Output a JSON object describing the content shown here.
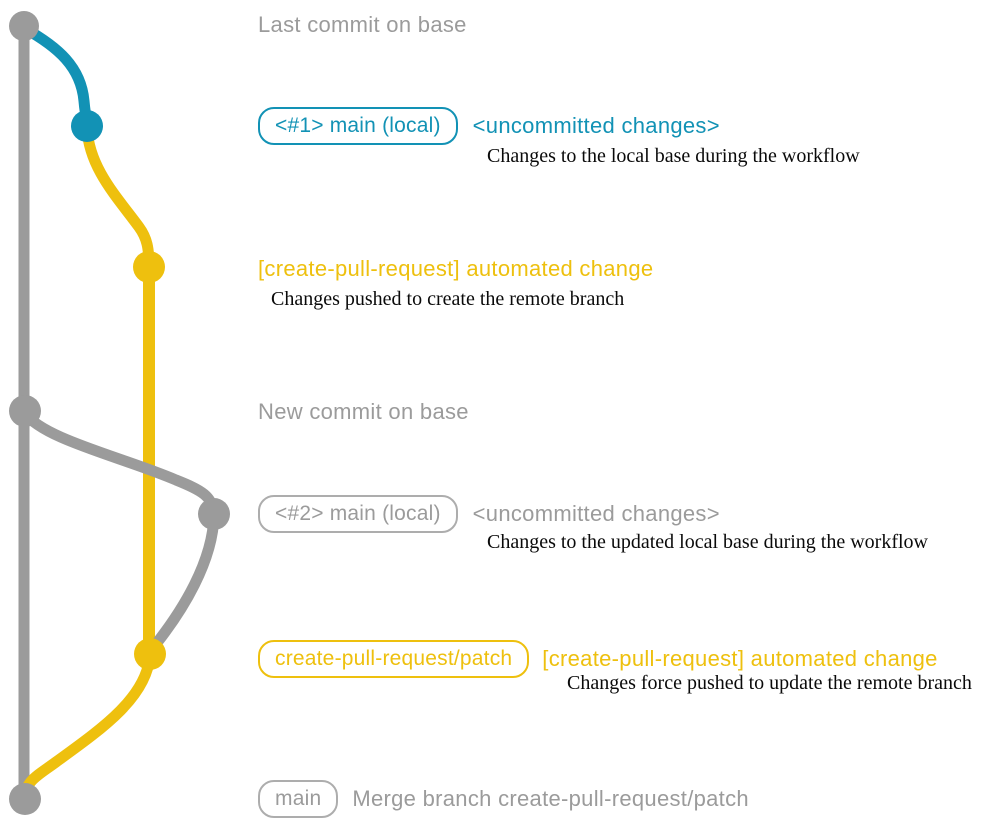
{
  "colors": {
    "gray": "#9b9b9b",
    "teal": "#1292b5",
    "yellow": "#eec00e",
    "text_black": "#0a0a0a"
  },
  "graph": {
    "branches": [
      {
        "name": "base",
        "color_key": "gray"
      },
      {
        "name": "main (local)",
        "color_key": "teal"
      },
      {
        "name": "create-pull-request/patch",
        "color_key": "yellow"
      }
    ],
    "commits": [
      {
        "name": "last-commit-on-base",
        "color_key": "gray"
      },
      {
        "name": "uncommitted-changes-1",
        "color_key": "teal"
      },
      {
        "name": "automated-change-1",
        "color_key": "yellow"
      },
      {
        "name": "new-commit-on-base",
        "color_key": "gray"
      },
      {
        "name": "uncommitted-changes-2",
        "color_key": "gray"
      },
      {
        "name": "automated-change-2",
        "color_key": "yellow"
      },
      {
        "name": "merge-commit",
        "color_key": "gray"
      }
    ]
  },
  "labels": {
    "last_commit": "Last commit on base",
    "new_commit": "New commit on base"
  },
  "rows": {
    "r1": {
      "badge": "<#1> main (local)",
      "tag": "<uncommitted changes>",
      "desc": "Changes to the local base during the workflow"
    },
    "r2": {
      "title": "[create-pull-request] automated change",
      "desc": "Changes pushed to create the remote branch"
    },
    "r4": {
      "badge": "<#2> main (local)",
      "tag": "<uncommitted changes>",
      "desc": "Changes to the updated local base during the workflow"
    },
    "r5": {
      "badge": "create-pull-request/patch",
      "title": "[create-pull-request] automated change",
      "desc": "Changes force pushed to update the remote branch"
    },
    "r6": {
      "badge": "main",
      "label": "Merge branch create-pull-request/patch"
    }
  }
}
